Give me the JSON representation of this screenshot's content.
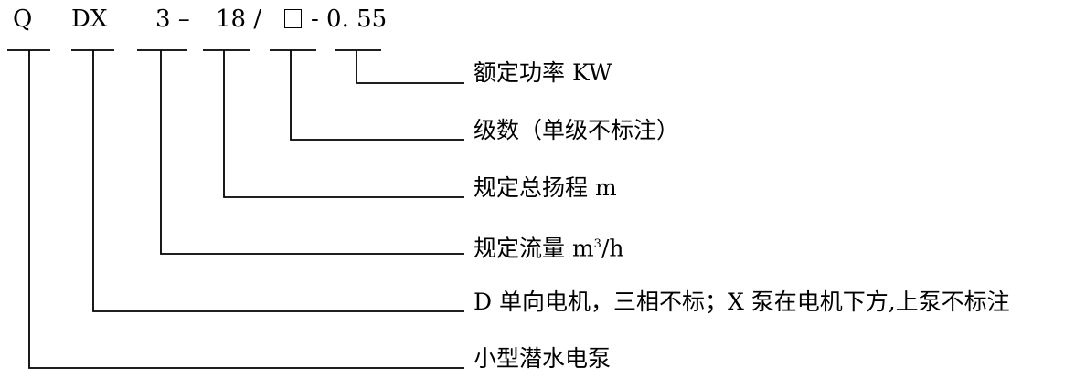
{
  "code": {
    "q": "Q",
    "dx": "DX",
    "flow": "3 –",
    "head": "18 /",
    "stages_box": "□",
    "power": "- 0. 55"
  },
  "labels": {
    "power": "额定功率  KW",
    "stages": "级数（单级不标注）",
    "head": "规定总扬程  m",
    "flow_prefix": "规定流量 m",
    "flow_sup": "3",
    "flow_suffix": "/h",
    "motor": "D 单向电机，三相不标；X 泵在电机下方,上泵不标注",
    "pump": "小型潜水电泵"
  }
}
